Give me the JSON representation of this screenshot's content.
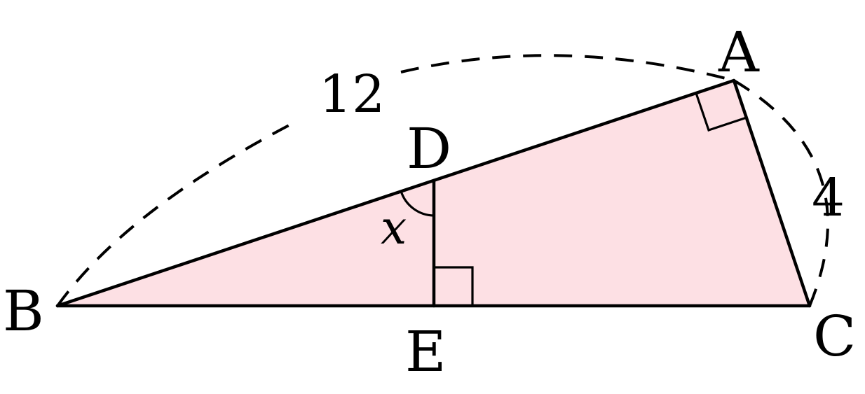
{
  "diagram": {
    "points": {
      "A": "A",
      "B": "B",
      "C": "C",
      "D": "D",
      "E": "E"
    },
    "measures": {
      "ab_length": "12",
      "ac_length": "4",
      "angle_x": "x"
    },
    "colors": {
      "fill": "#fde0e4",
      "stroke": "#000000"
    }
  }
}
